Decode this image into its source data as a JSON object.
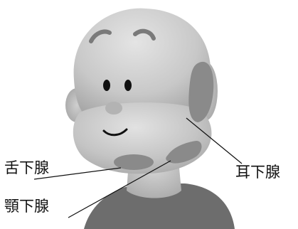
{
  "labels": {
    "sublingual": "舌下腺",
    "submandibular": "顎下腺",
    "parotid": "耳下腺"
  },
  "colors": {
    "shirt": "#6d6d6d",
    "skin_dark": "#a8a8a8",
    "skin_light": "#d8d8d8",
    "gland": "#8a8a8a",
    "text": "#111111"
  }
}
